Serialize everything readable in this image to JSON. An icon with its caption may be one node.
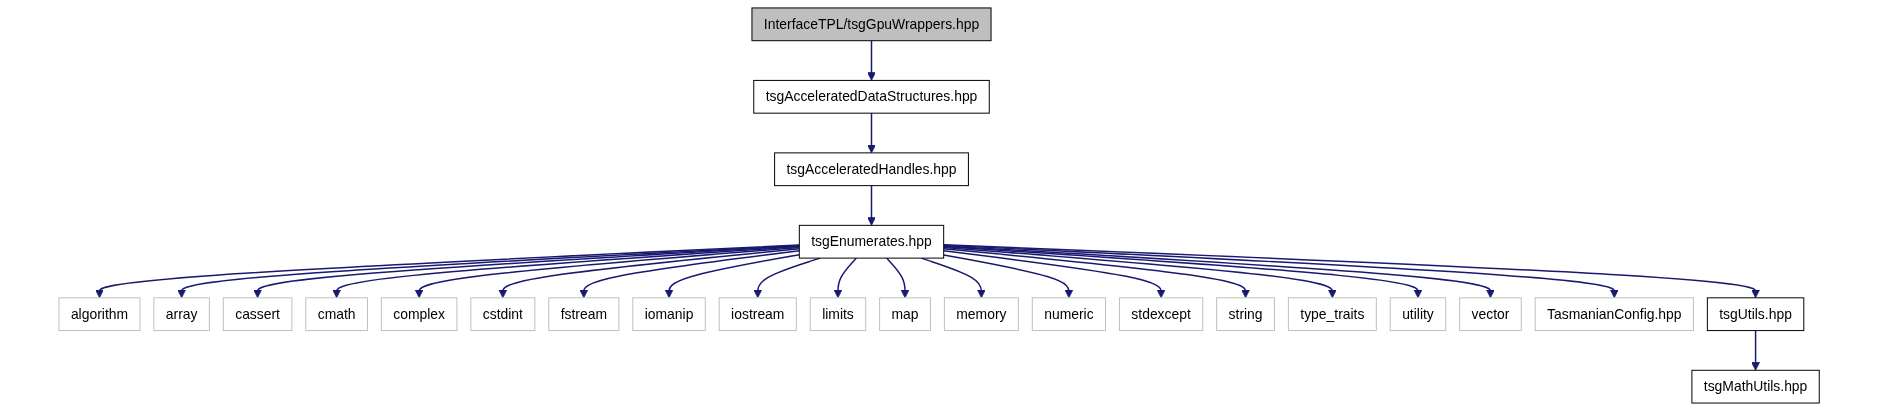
{
  "diagram": {
    "nodes": [
      {
        "text": [
          "InterfaceTPL/tsgGpuWrappers.hpp"
        ]
      },
      {
        "text": [
          "tsgAcceleratedDataStructures.hpp"
        ]
      },
      {
        "text": [
          "tsgAcceleratedHandles.hpp"
        ]
      },
      {
        "text": [
          "tsgEnumerates.hpp"
        ]
      },
      {
        "text": [
          "algorithm"
        ]
      },
      {
        "text": [
          "array"
        ]
      },
      {
        "text": [
          "cassert"
        ]
      },
      {
        "text": [
          "cmath"
        ]
      },
      {
        "text": [
          "complex"
        ]
      },
      {
        "text": [
          "cstdint"
        ]
      },
      {
        "text": [
          "fstream"
        ]
      },
      {
        "text": [
          "iomanip"
        ]
      },
      {
        "text": [
          "iostream"
        ]
      },
      {
        "text": [
          "limits"
        ]
      },
      {
        "text": [
          "map"
        ]
      },
      {
        "text": [
          "memory"
        ]
      },
      {
        "text": [
          "numeric"
        ]
      },
      {
        "text": [
          "stdexcept"
        ]
      },
      {
        "text": [
          "string"
        ]
      },
      {
        "text": [
          "type_traits"
        ]
      },
      {
        "text": [
          "utility"
        ]
      },
      {
        "text": [
          "vector"
        ]
      },
      {
        "text": [
          "TasmanianConfig.hpp"
        ]
      },
      {
        "text": [
          "tsgUtils.hpp"
        ]
      },
      {
        "text": [
          "tsgMathUtils.hpp"
        ]
      }
    ],
    "edges": [
      {
        "from": 0,
        "to": 1,
        "arrow": "to"
      },
      {
        "from": 1,
        "to": 2,
        "arrow": "to"
      },
      {
        "from": 2,
        "to": 3,
        "arrow": "to"
      },
      {
        "from": 3,
        "to": 4,
        "arrow": "to"
      },
      {
        "from": 3,
        "to": 5,
        "arrow": "to"
      },
      {
        "from": 3,
        "to": 6,
        "arrow": "to"
      },
      {
        "from": 3,
        "to": 7,
        "arrow": "to"
      },
      {
        "from": 3,
        "to": 8,
        "arrow": "to"
      },
      {
        "from": 3,
        "to": 9,
        "arrow": "to"
      },
      {
        "from": 3,
        "to": 10,
        "arrow": "to"
      },
      {
        "from": 3,
        "to": 11,
        "arrow": "to"
      },
      {
        "from": 3,
        "to": 12,
        "arrow": "to"
      },
      {
        "from": 3,
        "to": 13,
        "arrow": "to"
      },
      {
        "from": 3,
        "to": 14,
        "arrow": "to"
      },
      {
        "from": 3,
        "to": 15,
        "arrow": "to"
      },
      {
        "from": 3,
        "to": 16,
        "arrow": "to"
      },
      {
        "from": 3,
        "to": 17,
        "arrow": "to"
      },
      {
        "from": 3,
        "to": 18,
        "arrow": "to"
      },
      {
        "from": 3,
        "to": 19,
        "arrow": "to"
      },
      {
        "from": 3,
        "to": 20,
        "arrow": "to"
      },
      {
        "from": 3,
        "to": 21,
        "arrow": "to"
      },
      {
        "from": 3,
        "to": 22,
        "arrow": "to"
      },
      {
        "from": 3,
        "to": 23,
        "arrow": "to"
      },
      {
        "from": 23,
        "to": 24,
        "arrow": "to"
      }
    ]
  }
}
